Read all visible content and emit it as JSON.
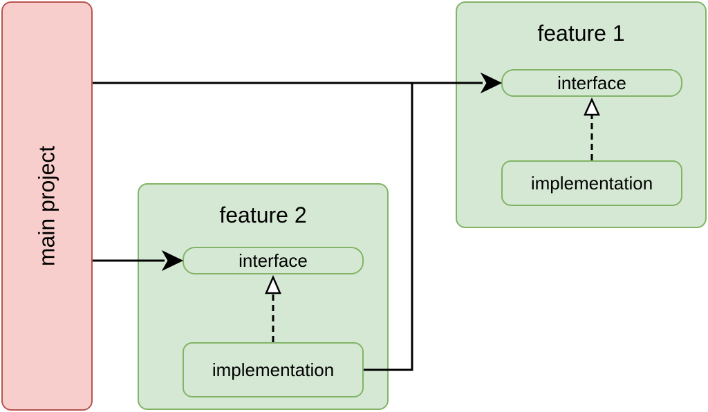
{
  "diagram": {
    "main_project": {
      "label": "main project"
    },
    "feature_1": {
      "title": "feature 1",
      "interface": "interface",
      "implementation": "implementation"
    },
    "feature_2": {
      "title": "feature 2",
      "interface": "interface",
      "implementation": "implementation"
    }
  },
  "colors": {
    "main_fill": "#f8cecc",
    "main_stroke": "#b85450",
    "feature_fill": "#d5e8d4",
    "feature_stroke": "#82b366",
    "line": "#000000"
  }
}
